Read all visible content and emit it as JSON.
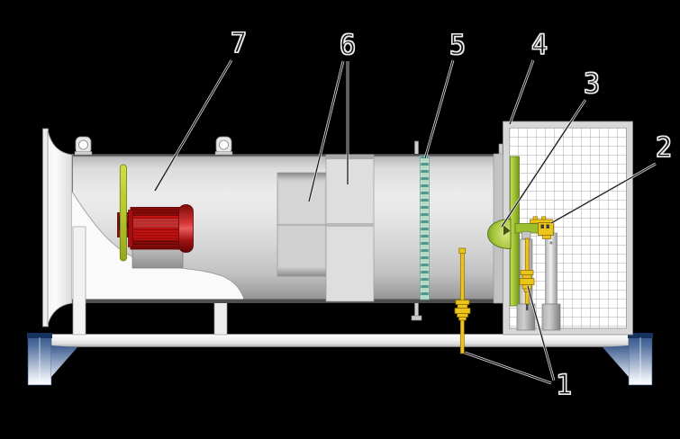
{
  "figure": {
    "description": "cutaway technical diagram of an axial fan test rig on black background",
    "callouts": [
      {
        "id": 1,
        "label": "1"
      },
      {
        "id": 2,
        "label": "2"
      },
      {
        "id": 3,
        "label": "3"
      },
      {
        "id": 4,
        "label": "4"
      },
      {
        "id": 5,
        "label": "5"
      },
      {
        "id": 6,
        "label": "6"
      },
      {
        "id": 7,
        "label": "7"
      }
    ]
  },
  "colors": {
    "background": "#000000",
    "motor_red": "#c31010",
    "propeller_green": "#b5c629",
    "throttle_green": "#9cbf2f",
    "instrument_yellow": "#ecc51a",
    "screen_teal": "#4f988c",
    "foot_blue": "#2d4f88",
    "duct_gray": "#d7d7d7",
    "line_black": "#161616",
    "halo_white": "#e8e8e8"
  }
}
